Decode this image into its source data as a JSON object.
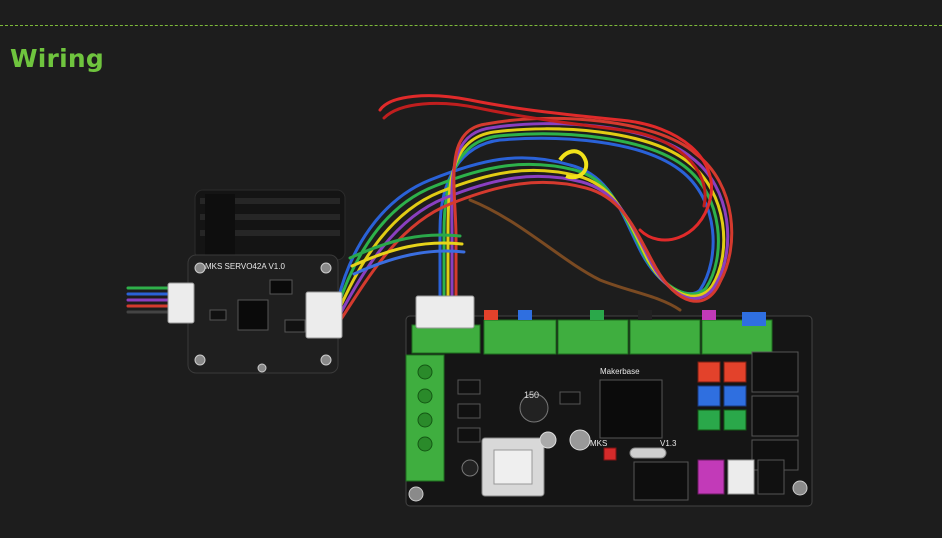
{
  "section": {
    "title": "Wiring"
  },
  "photo": {
    "servo_label": "MKS SERVO42A V1.0",
    "board_brand": "Makerbase",
    "board_model": "MKS",
    "board_version": "V1.3",
    "inductor_code": "150"
  },
  "colors": {
    "accent": "#6fc43e",
    "divider": "#7dbb3a",
    "background": "#1d1d1d"
  }
}
